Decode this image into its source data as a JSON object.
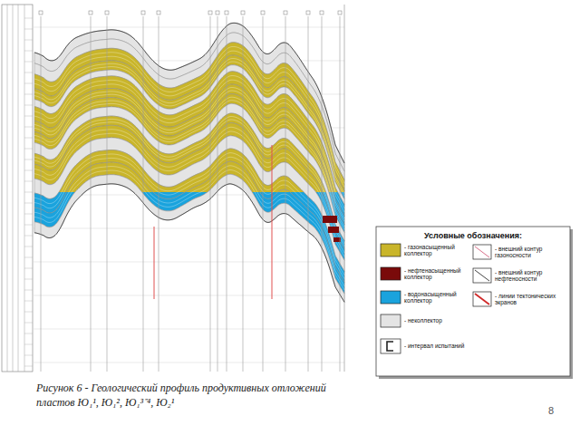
{
  "diagram": {
    "caption": "Рисунок 6 - Геологический профиль продуктивных отложений пластов Ю₁¹, Ю₁², Ю₁³⁻⁴, Ю₂¹",
    "labels": [
      "Условные обозначения:",
      "8"
    ],
    "legend": [
      {
        "text": "- газонасыщенный коллектор",
        "color": "#c9b52a"
      },
      {
        "text": "- нефтенасыщенный коллектор",
        "color": "#7a0a0a"
      },
      {
        "text": "- водонасыщенный коллектор",
        "color": "#1aa3dd"
      },
      {
        "text": "- неколлектор",
        "color": "#e4e4e4"
      },
      {
        "text": "- интервал испытаний"
      },
      {
        "text": "- внешний контур газоносности"
      },
      {
        "text": "- внешний контур нефтеносности"
      },
      {
        "text": "- линии тектонических экранов"
      }
    ]
  }
}
